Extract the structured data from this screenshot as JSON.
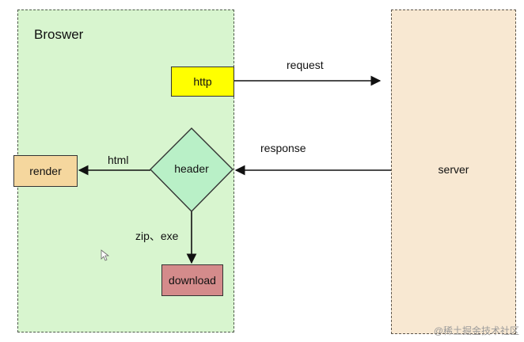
{
  "browser": {
    "title": "Broswer"
  },
  "server": {
    "label": "server"
  },
  "nodes": {
    "http": "http",
    "header": "header",
    "render": "render",
    "download": "download"
  },
  "edges": {
    "request": "request",
    "response": "response",
    "html": "html",
    "zip_exe": "zip、exe"
  },
  "watermark": "@稀土掘金技术社区",
  "colors": {
    "browser_fill": "#d8f5cf",
    "server_fill": "#f8e8d2",
    "http_fill": "#ffff00",
    "header_fill": "#b9f0c7",
    "render_fill": "#f5d79e",
    "download_fill": "#d48b8b"
  }
}
